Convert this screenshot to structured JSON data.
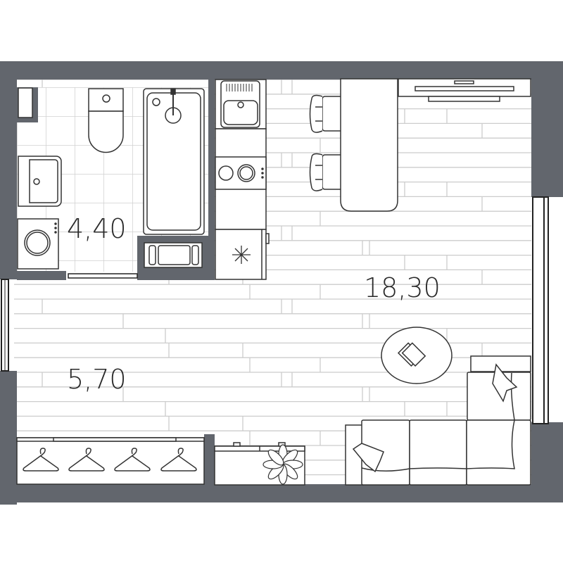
{
  "plan": {
    "type": "apartment-floor-plan",
    "colors": {
      "wall": "#62666d",
      "floor": "#ffffff",
      "tile_line": "#cfcfcf",
      "furniture_stroke": "#333333",
      "label": "#2a2a2a"
    },
    "rooms": [
      {
        "name": "bathroom",
        "area_label": "4,40"
      },
      {
        "name": "living-kitchen",
        "area_label": "18,30"
      },
      {
        "name": "hallway",
        "area_label": "5,70"
      }
    ],
    "fixtures": [
      "toilet",
      "bathtub",
      "washbasin",
      "washing-machine",
      "bath-mat",
      "kitchen-sink",
      "cooktop",
      "refrigerator",
      "bar-table",
      "bar-chair",
      "bar-chair",
      "tv",
      "coffee-table",
      "corner-sofa",
      "wardrobe-with-hangers",
      "shoe-cabinet"
    ]
  }
}
